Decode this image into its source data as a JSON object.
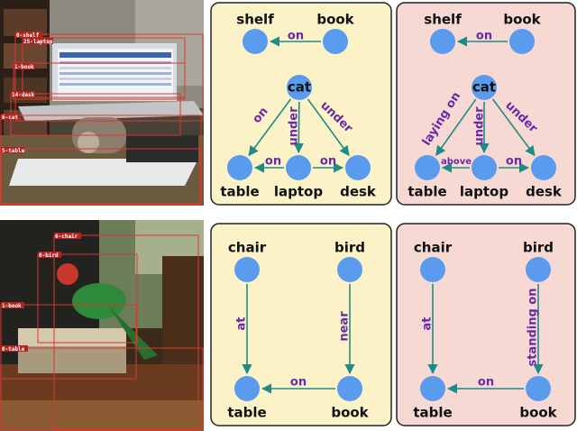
{
  "colors": {
    "gt_panel_bg": "#fbf2c8",
    "pred_panel_bg": "#f7d9d4",
    "node": "#5b9bee",
    "edge": "#1e8c84",
    "edge_label": "#6a2aa6",
    "box": "#e0362e"
  },
  "photos": [
    {
      "detections": [
        "0-shelf",
        "25-laptop",
        "1-book",
        "14-desk",
        "6-cat",
        "5-table"
      ]
    },
    {
      "detections": [
        "6-chair",
        "0-bird",
        "1-book",
        "0-table"
      ]
    }
  ],
  "graphs": [
    {
      "nodes": [
        {
          "id": "shelf",
          "label": "shelf"
        },
        {
          "id": "book",
          "label": "book"
        },
        {
          "id": "cat",
          "label": "cat"
        },
        {
          "id": "table",
          "label": "table"
        },
        {
          "id": "laptop",
          "label": "laptop"
        },
        {
          "id": "desk",
          "label": "desk"
        }
      ],
      "edges": [
        {
          "from": "book",
          "to": "shelf",
          "label": "on"
        },
        {
          "from": "cat",
          "to": "table",
          "label": "on"
        },
        {
          "from": "cat",
          "to": "laptop",
          "label": "under"
        },
        {
          "from": "cat",
          "to": "desk",
          "label": "under"
        },
        {
          "from": "laptop",
          "to": "table",
          "label": "on"
        },
        {
          "from": "laptop",
          "to": "desk",
          "label": "on"
        }
      ]
    },
    {
      "nodes": [
        {
          "id": "shelf",
          "label": "shelf"
        },
        {
          "id": "book",
          "label": "book"
        },
        {
          "id": "cat",
          "label": "cat"
        },
        {
          "id": "table",
          "label": "table"
        },
        {
          "id": "laptop",
          "label": "laptop"
        },
        {
          "id": "desk",
          "label": "desk"
        }
      ],
      "edges": [
        {
          "from": "book",
          "to": "shelf",
          "label": "on"
        },
        {
          "from": "cat",
          "to": "table",
          "label": "laying on"
        },
        {
          "from": "cat",
          "to": "laptop",
          "label": "under"
        },
        {
          "from": "cat",
          "to": "desk",
          "label": "under"
        },
        {
          "from": "laptop",
          "to": "table",
          "label": "above"
        },
        {
          "from": "laptop",
          "to": "desk",
          "label": "on"
        }
      ]
    },
    {
      "nodes": [
        {
          "id": "chair",
          "label": "chair"
        },
        {
          "id": "bird",
          "label": "bird"
        },
        {
          "id": "table",
          "label": "table"
        },
        {
          "id": "book",
          "label": "book"
        }
      ],
      "edges": [
        {
          "from": "chair",
          "to": "table",
          "label": "at"
        },
        {
          "from": "bird",
          "to": "book",
          "label": "near"
        },
        {
          "from": "book",
          "to": "table",
          "label": "on"
        }
      ]
    },
    {
      "nodes": [
        {
          "id": "chair",
          "label": "chair"
        },
        {
          "id": "bird",
          "label": "bird"
        },
        {
          "id": "table",
          "label": "table"
        },
        {
          "id": "book",
          "label": "book"
        }
      ],
      "edges": [
        {
          "from": "chair",
          "to": "table",
          "label": "at"
        },
        {
          "from": "bird",
          "to": "book",
          "label": "standing on"
        },
        {
          "from": "book",
          "to": "table",
          "label": "on"
        }
      ]
    }
  ]
}
